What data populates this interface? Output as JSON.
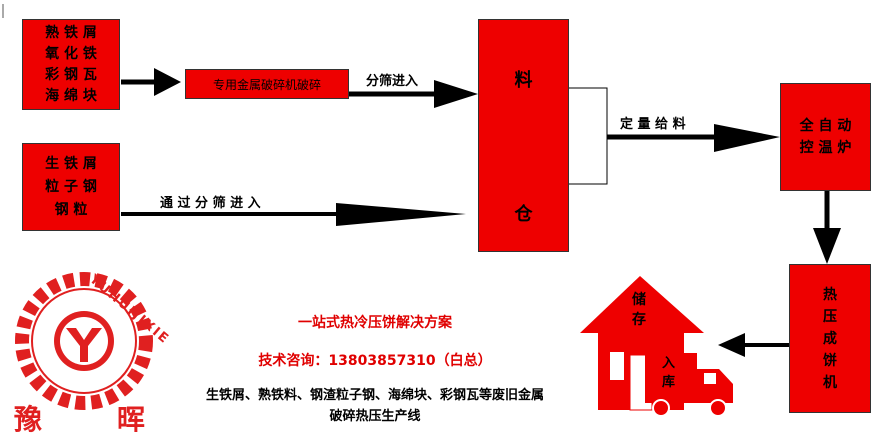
{
  "inputs": {
    "hot_scrap": [
      "熟 铁 屑",
      "氧 化 铁",
      "彩 钢 瓦",
      "海 绵 块"
    ],
    "raw_scrap": [
      "生 铁 屑",
      "粒 子 钢",
      "钢 粒"
    ]
  },
  "crusher": {
    "label": "专用金属破碎机破碎"
  },
  "edges": {
    "sieve_in": "分筛进入",
    "sieve_through": "通 过 分 筛 进 入",
    "quantitative_feed": "定 量 给 料"
  },
  "silo": {
    "top": "料",
    "bottom": "仓"
  },
  "furnace": {
    "lines": [
      "全 自 动",
      "控 温 炉"
    ]
  },
  "press": {
    "chars": [
      "热",
      "压",
      "成",
      "饼",
      "机"
    ]
  },
  "storage": {
    "roof": [
      "储",
      "存"
    ],
    "truck": [
      "入",
      "库"
    ]
  },
  "logo": {
    "ring_text": "YUHUIJIXIE",
    "cn_name": [
      "豫",
      "晖"
    ]
  },
  "tagline": {
    "headline": "一站式热冷压饼解决方案",
    "contact": "技术咨询：13803857310（白总）",
    "desc_line1": "生铁屑、熟铁料、钢渣粒子钢、海绵块、彩钢瓦等废旧金属",
    "desc_line2": "破碎热压生产线"
  },
  "colors": {
    "box_red": "#ee0000",
    "logo_red": "#e02020",
    "tagline_red": "#e00000"
  }
}
